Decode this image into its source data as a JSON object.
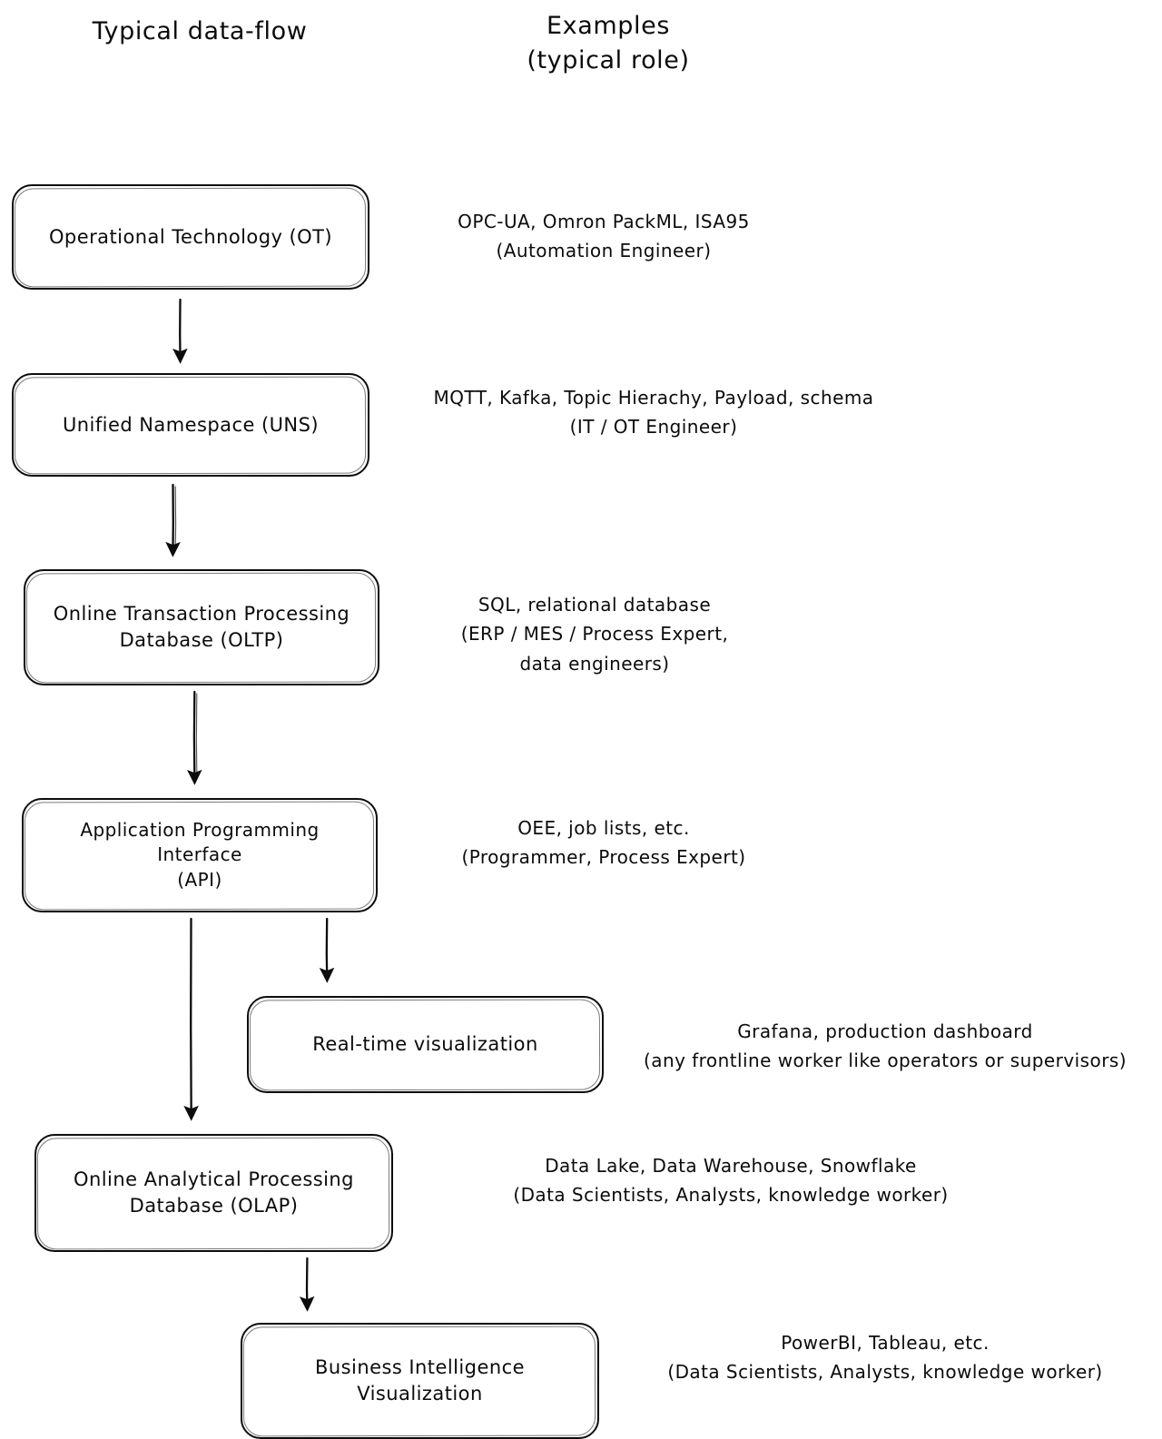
{
  "headings": {
    "flow": "Typical data-flow",
    "examples": "Examples\n(typical role)"
  },
  "nodes": {
    "ot": {
      "label": "Operational Technology (OT)"
    },
    "uns": {
      "label": "Unified Namespace (UNS)"
    },
    "oltp": {
      "label": "Online Transaction Processing\nDatabase (OLTP)"
    },
    "api": {
      "label": "Application Programming Interface\n(API)"
    },
    "rtv": {
      "label": "Real-time visualization"
    },
    "olap": {
      "label": "Online Analytical Processing\nDatabase (OLAP)"
    },
    "bi": {
      "label": "Business Intelligence Visualization"
    }
  },
  "examples": {
    "ot": "OPC-UA, Omron PackML, ISA95\n(Automation Engineer)",
    "uns": "MQTT, Kafka, Topic Hierachy, Payload, schema\n(IT / OT Engineer)",
    "oltp": "SQL, relational database\n(ERP / MES / Process Expert,\ndata engineers)",
    "api": "OEE, job lists, etc.\n(Programmer, Process Expert)",
    "rtv": "Grafana, production dashboard\n(any frontline worker like operators or supervisors)",
    "olap": "Data Lake, Data Warehouse, Snowflake\n(Data Scientists, Analysts, knowledge worker)",
    "bi": "PowerBI, Tableau, etc.\n(Data Scientists, Analysts, knowledge worker)"
  },
  "edges": [
    {
      "name": "ot-to-uns",
      "from": "ot",
      "to": "uns"
    },
    {
      "name": "uns-to-oltp",
      "from": "uns",
      "to": "oltp"
    },
    {
      "name": "oltp-to-api",
      "from": "oltp",
      "to": "api"
    },
    {
      "name": "api-to-olap",
      "from": "api",
      "to": "olap"
    },
    {
      "name": "api-to-rtv",
      "from": "api",
      "to": "rtv"
    },
    {
      "name": "olap-to-bi",
      "from": "olap",
      "to": "bi"
    }
  ],
  "colors": {
    "stroke": "#0c0c0c",
    "background": "#ffffff",
    "text": "#0b0b0b"
  }
}
